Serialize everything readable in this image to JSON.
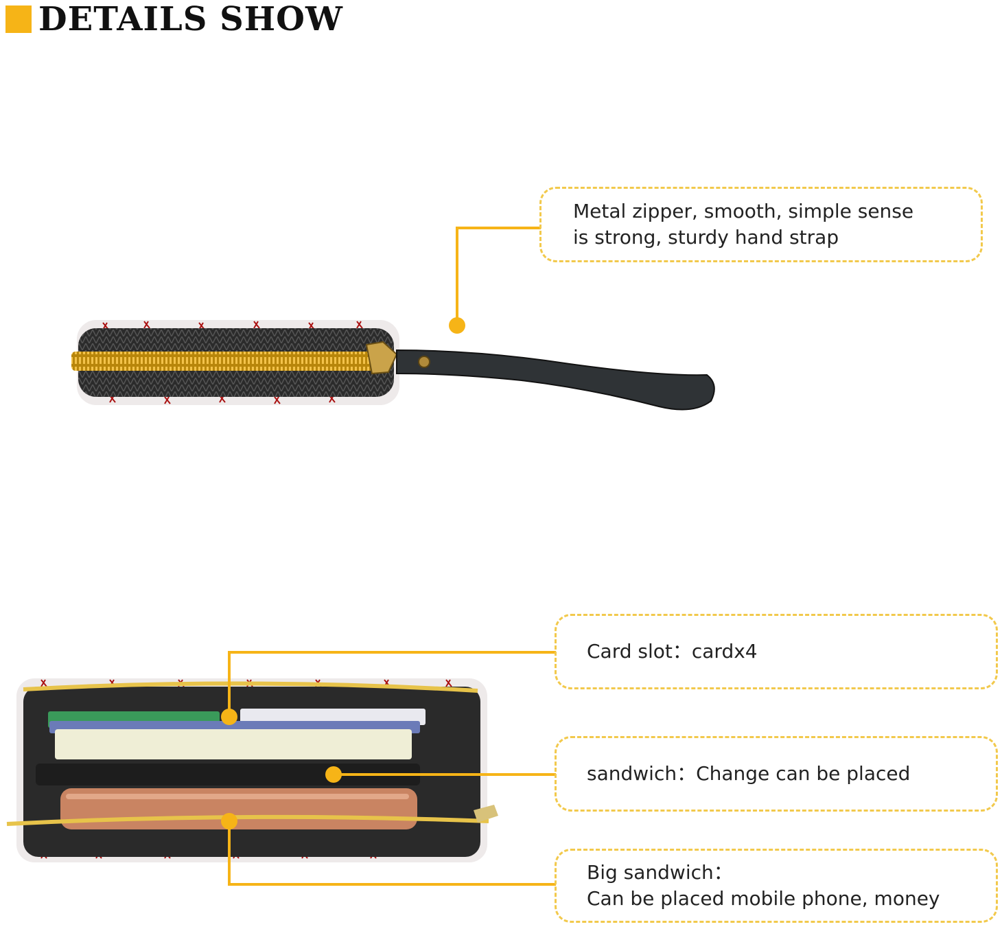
{
  "header": {
    "title": "DETAILS SHOW"
  },
  "callouts": {
    "zipper": {
      "line1": "Metal zipper, smooth, simple sense",
      "line2": "is strong,  sturdy  hand  strap"
    },
    "card_slot": {
      "text": "Card slot：cardx4"
    },
    "sandwich": {
      "text": "sandwich：Change can be placed"
    },
    "big_sandwich": {
      "line1": "Big sandwich：",
      "line2": "Can be placed mobile phone, money"
    }
  },
  "colors": {
    "accent": "#f6b417",
    "dashed_border": "#f2c94c",
    "text": "#222222"
  }
}
